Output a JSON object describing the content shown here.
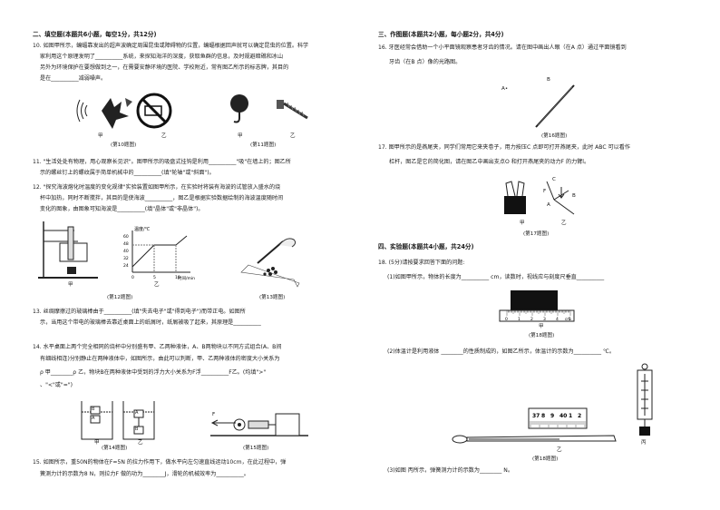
{
  "left": {
    "section2_title": "二、填空题(本题共6小题，每空1分，共12分)",
    "q10": [
      "10. 如图甲所示，蝙蝠靠发出的超声波确定周围昆虫或障碍物的位置，蝙蝠根据回声就可以确定昆虫的位置。科学",
      "家利用这个原理发明了__________系统，来探知海洋的深度，获取鱼群的信息，及时规避暗礁和冰山",
      "另外为环境保护在要想做到之一，在需要安静环境的医院、学校附近，常有图乙所示的标志牌，其目的",
      "是在__________减弱噪声。"
    ],
    "q10_fig_labels": {
      "jia": "甲",
      "yi": "乙",
      "cap": "(第10题图)"
    },
    "q11_fig_labels": {
      "jia": "甲",
      "yi": "乙",
      "cap": "(第11题图)"
    },
    "q11": [
      "11. \"生活处处有物理，用心观察长见识\"。图甲所示的吸盘式挂钩是利用__________\"吸\"在墙上的；图乙所",
      "示的螺丝钉上的螺纹属于简单机械中的__________(填\"轮轴\"或\"斜面\")。"
    ],
    "q12": [
      "12. \"探究海波熔化时温度的变化规律\"实验装置如图甲所示，在实验时将装有海波的试管放入盛水的烧",
      "杯中加热，同时不断搅拌，其目的是使海波__________，图乙是根据实验数据绘制的海波温度随时间",
      "变化的图象，由图象可知海波是__________(填\"晶体\"或\"非晶体\")。"
    ],
    "q12_graph": {
      "ylabel": "温度/℃",
      "xlabel": "时间/min",
      "yticks": [
        "60",
        "48",
        "40",
        "32",
        "24"
      ],
      "xticks": [
        "0",
        "5",
        "10"
      ]
    },
    "q12_fig_labels": {
      "jia": "甲",
      "yi": "乙",
      "cap": "(第12题图)"
    },
    "q13_fig_label": "(第13题图)",
    "q13": [
      "13. 丝绸摩擦过的玻璃棒由于__________(填\"失去电子\"或\"得到电子\")而带正电。如图所",
      "示，当用这个带电的玻璃棒去靠近桌面上的纸屑时，纸屑被吸了起来，其原理是__________"
    ],
    "q14": [
      "14. 水平桌面上两个完全相同的烧杯中分别盛有甲、乙两种液体，A、B两物块以不同方式组合(A、B间",
      "有细线相连)分别静止在两种液体中，如图所示，由此可以判断，甲、乙两种液体的密度大小关系为",
      "ρ 甲________ρ 乙，物块B在两种液体中受到的浮力大小关系为F浮__________F乙。(均填\">\"",
      "、\"<\"或\"=\")"
    ],
    "q14_fig_labels": {
      "jia": "甲",
      "yi": "乙",
      "A": "A",
      "B": "B",
      "cap": "(第14题图)"
    },
    "q15_fig_label": "(第15题图)",
    "q15_F": "F",
    "q15": [
      "15. 如图所示，重50N的物体在F=5N    的拉力作用下，做水平向左匀速直线运动10cm，在此过程中，弹",
      "簧测力计的示数为8 N，则拉力F 做的功为________J，滑轮的机械效率为__________。"
    ]
  },
  "right": {
    "section3_title": "三、作图题(本题共2小题，每小题2分，共4分)",
    "q16": [
      "16. 牙医经常会借助一个小平面镜观察患者牙齿的情况。请在图中画出人眼（在A 点）通过平面镜看到",
      "牙齿（在B 点）像的光路图。"
    ],
    "q16_labels": {
      "A": "A•",
      "B": "B",
      "cap": "(第16题图)"
    },
    "q17": [
      "17. 图甲所示的是燕尾夹，同学们常用它来夹卷子，用力按压C 点即可打开燕尾夹，此时 ABC  可以看作",
      "杠杆，图乙是它的简化图，请在图乙中画出支点O 和打开燕尾夹的动力F 的力臂l。"
    ],
    "q17_labels": {
      "jia": "甲",
      "yi": "乙",
      "A": "A",
      "B": "B",
      "C": "C",
      "F": "F",
      "cap": "(第17题图)"
    },
    "section4_title": "四、实验题(本题共4小题，共24分)",
    "q18_intro": "18. (5分)请按要求回答下面的问题:",
    "q18_1": "(1)如图甲所示，物体的长度为__________ cm，读数时，视线应与刻度尺垂直__________",
    "q18_ruler": {
      "ticks": [
        "0",
        "1",
        "2",
        "3",
        "4",
        "5"
      ],
      "unit": "cm",
      "label": "甲"
    },
    "q18_fig_cap": "(第18题图)",
    "q18_2": "(2)体温计是利用液体 ________的性质制成的，如图乙所示，体温计的示数为__________ ℃。",
    "q18_therm": {
      "nums": [
        "37",
        "8",
        "9",
        "40",
        "1",
        "2"
      ],
      "label": "乙"
    },
    "q18_spring": {
      "label": "丙"
    },
    "q18_3": "(3)如图 丙所示，弹簧测力计的示数为________ N。"
  }
}
